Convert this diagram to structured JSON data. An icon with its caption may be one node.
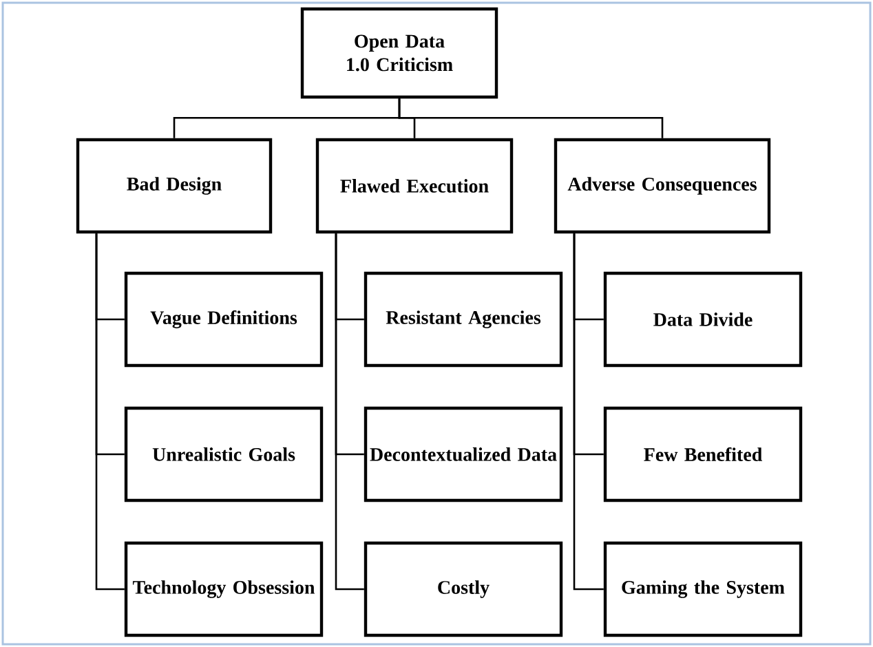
{
  "diagram": {
    "nodes": [
      {
        "text": [
          "Open Data 1.0 Criticism"
        ]
      },
      {
        "text": [
          "Bad Design"
        ]
      },
      {
        "text": [
          "Flawed Execution"
        ]
      },
      {
        "text": [
          "Adverse Consequences"
        ]
      },
      {
        "text": [
          "Vague Definitions"
        ]
      },
      {
        "text": [
          "Unrealistic Goals"
        ]
      },
      {
        "text": [
          "Technology Obsession"
        ]
      },
      {
        "text": [
          "Resistant Agencies"
        ]
      },
      {
        "text": [
          "Decontextualized Data"
        ]
      },
      {
        "text": [
          "Costly"
        ]
      },
      {
        "text": [
          "Data Divide"
        ]
      },
      {
        "text": [
          "Few Benefited"
        ]
      },
      {
        "text": [
          "Gaming the System"
        ]
      }
    ],
    "edges": [
      {
        "from": 0,
        "to": 1,
        "arrow": "none"
      },
      {
        "from": 0,
        "to": 2,
        "arrow": "none"
      },
      {
        "from": 0,
        "to": 3,
        "arrow": "none"
      },
      {
        "from": 1,
        "to": 4,
        "arrow": "none"
      },
      {
        "from": 1,
        "to": 5,
        "arrow": "none"
      },
      {
        "from": 1,
        "to": 6,
        "arrow": "none"
      },
      {
        "from": 2,
        "to": 7,
        "arrow": "none"
      },
      {
        "from": 2,
        "to": 8,
        "arrow": "none"
      },
      {
        "from": 2,
        "to": 9,
        "arrow": "none"
      },
      {
        "from": 3,
        "to": 10,
        "arrow": "none"
      },
      {
        "from": 3,
        "to": 11,
        "arrow": "none"
      },
      {
        "from": 3,
        "to": 12,
        "arrow": "none"
      }
    ]
  }
}
